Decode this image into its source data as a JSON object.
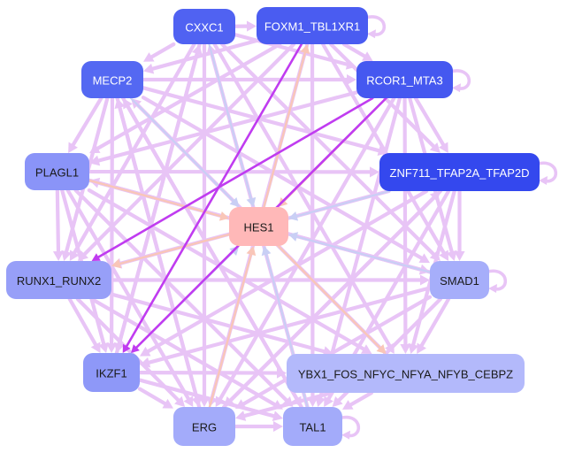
{
  "graph": {
    "colors": {
      "edge_default": "#e8c4f6",
      "edge_strong": "#c03cf0",
      "edge_blue": "#c9cff5",
      "edge_peach": "#f9c6b8",
      "hub_fill": "#ffb8b8",
      "text_light": "#ffffff",
      "text_dark": "#1a1a1a"
    },
    "nodes": [
      {
        "id": "CXXC1",
        "label": "CXXC1",
        "fill": "#5062f2",
        "text": "light",
        "loop": false
      },
      {
        "id": "FOXM1_TBL1XR1",
        "label": "FOXM1_TBL1XR1",
        "fill": "#4a5cf1",
        "text": "light",
        "loop": true
      },
      {
        "id": "MECP2",
        "label": "MECP2",
        "fill": "#5468f2",
        "text": "light",
        "loop": false
      },
      {
        "id": "RCOR1_MTA3",
        "label": "RCOR1_MTA3",
        "fill": "#4558f0",
        "text": "light",
        "loop": true
      },
      {
        "id": "PLAGL1",
        "label": "PLAGL1",
        "fill": "#8a94f8",
        "text": "dark",
        "loop": false
      },
      {
        "id": "ZNF711_TFAP2A_TFAP2D",
        "label": "ZNF711_TFAP2A_TFAP2D",
        "fill": "#3448ee",
        "text": "light",
        "loop": true
      },
      {
        "id": "HES1",
        "label": "HES1",
        "fill": "#ffb8b8",
        "text": "dark",
        "loop": false
      },
      {
        "id": "RUNX1_RUNX2",
        "label": "RUNX1_RUNX2",
        "fill": "#979ff8",
        "text": "dark",
        "loop": false
      },
      {
        "id": "SMAD1",
        "label": "SMAD1",
        "fill": "#a6aefa",
        "text": "dark",
        "loop": true
      },
      {
        "id": "IKZF1",
        "label": "IKZF1",
        "fill": "#8e98f8",
        "text": "dark",
        "loop": false
      },
      {
        "id": "YBX1_FOS_NFYC_NFYA_NFYB_CEBPZ",
        "label": "YBX1_FOS_NFYC_NFYA_NFYB_CEBPZ",
        "fill": "#b3b9fb",
        "text": "dark",
        "loop": false
      },
      {
        "id": "ERG",
        "label": "ERG",
        "fill": "#a3abfa",
        "text": "dark",
        "loop": false
      },
      {
        "id": "TAL1",
        "label": "TAL1",
        "fill": "#a3abfa",
        "text": "dark",
        "loop": true
      }
    ],
    "edges": [
      {
        "from": "CXXC1",
        "to": "HES1",
        "kind": "blue"
      },
      {
        "from": "FOXM1_TBL1XR1",
        "to": "IKZF1",
        "kind": "strong"
      },
      {
        "from": "HES1",
        "to": "FOXM1_TBL1XR1",
        "kind": "peach"
      },
      {
        "from": "MECP2",
        "to": "HES1",
        "kind": "blue"
      },
      {
        "from": "RCOR1_MTA3",
        "to": "HES1",
        "kind": "peach"
      },
      {
        "from": "RCOR1_MTA3",
        "to": "IKZF1",
        "kind": "strong"
      },
      {
        "from": "RCOR1_MTA3",
        "to": "RUNX1_RUNX2",
        "kind": "strong"
      },
      {
        "from": "PLAGL1",
        "to": "HES1",
        "kind": "peach"
      },
      {
        "from": "ZNF711_TFAP2A_TFAP2D",
        "to": "HES1",
        "kind": "blue"
      },
      {
        "from": "HES1",
        "to": "RUNX1_RUNX2",
        "kind": "peach"
      },
      {
        "from": "SMAD1",
        "to": "HES1",
        "kind": "blue"
      },
      {
        "from": "IKZF1",
        "to": "HES1",
        "kind": "blue"
      },
      {
        "from": "HES1",
        "to": "YBX1_FOS_NFYC_NFYA_NFYB_CEBPZ",
        "kind": "peach"
      },
      {
        "from": "ERG",
        "to": "HES1",
        "kind": "peach"
      },
      {
        "from": "TAL1",
        "to": "HES1",
        "kind": "blue"
      },
      {
        "from": "CXXC1",
        "to": "FOXM1_TBL1XR1",
        "kind": "default"
      },
      {
        "from": "CXXC1",
        "to": "MECP2",
        "kind": "default"
      },
      {
        "from": "CXXC1",
        "to": "RCOR1_MTA3",
        "kind": "default"
      },
      {
        "from": "CXXC1",
        "to": "RUNX1_RUNX2",
        "kind": "default"
      },
      {
        "from": "CXXC1",
        "to": "IKZF1",
        "kind": "default"
      },
      {
        "from": "CXXC1",
        "to": "ERG",
        "kind": "default"
      },
      {
        "from": "CXXC1",
        "to": "SMAD1",
        "kind": "default"
      },
      {
        "from": "CXXC1",
        "to": "YBX1_FOS_NFYC_NFYA_NFYB_CEBPZ",
        "kind": "default"
      },
      {
        "from": "FOXM1_TBL1XR1",
        "to": "MECP2",
        "kind": "default"
      },
      {
        "from": "FOXM1_TBL1XR1",
        "to": "RCOR1_MTA3",
        "kind": "default"
      },
      {
        "from": "FOXM1_TBL1XR1",
        "to": "ZNF711_TFAP2A_TFAP2D",
        "kind": "default"
      },
      {
        "from": "FOXM1_TBL1XR1",
        "to": "PLAGL1",
        "kind": "default"
      },
      {
        "from": "FOXM1_TBL1XR1",
        "to": "RUNX1_RUNX2",
        "kind": "default"
      },
      {
        "from": "FOXM1_TBL1XR1",
        "to": "SMAD1",
        "kind": "default"
      },
      {
        "from": "FOXM1_TBL1XR1",
        "to": "ERG",
        "kind": "default"
      },
      {
        "from": "FOXM1_TBL1XR1",
        "to": "TAL1",
        "kind": "default"
      },
      {
        "from": "MECP2",
        "to": "RCOR1_MTA3",
        "kind": "default"
      },
      {
        "from": "MECP2",
        "to": "PLAGL1",
        "kind": "default"
      },
      {
        "from": "MECP2",
        "to": "RUNX1_RUNX2",
        "kind": "default"
      },
      {
        "from": "MECP2",
        "to": "IKZF1",
        "kind": "default"
      },
      {
        "from": "MECP2",
        "to": "ZNF711_TFAP2A_TFAP2D",
        "kind": "default"
      },
      {
        "from": "MECP2",
        "to": "SMAD1",
        "kind": "default"
      },
      {
        "from": "MECP2",
        "to": "TAL1",
        "kind": "default"
      },
      {
        "from": "MECP2",
        "to": "ERG",
        "kind": "default"
      },
      {
        "from": "RCOR1_MTA3",
        "to": "ZNF711_TFAP2A_TFAP2D",
        "kind": "default"
      },
      {
        "from": "RCOR1_MTA3",
        "to": "PLAGL1",
        "kind": "default"
      },
      {
        "from": "RCOR1_MTA3",
        "to": "SMAD1",
        "kind": "default"
      },
      {
        "from": "RCOR1_MTA3",
        "to": "YBX1_FOS_NFYC_NFYA_NFYB_CEBPZ",
        "kind": "default"
      },
      {
        "from": "RCOR1_MTA3",
        "to": "ERG",
        "kind": "default"
      },
      {
        "from": "RCOR1_MTA3",
        "to": "TAL1",
        "kind": "default"
      },
      {
        "from": "PLAGL1",
        "to": "RUNX1_RUNX2",
        "kind": "default"
      },
      {
        "from": "PLAGL1",
        "to": "IKZF1",
        "kind": "default"
      },
      {
        "from": "PLAGL1",
        "to": "ZNF711_TFAP2A_TFAP2D",
        "kind": "default"
      },
      {
        "from": "PLAGL1",
        "to": "SMAD1",
        "kind": "default"
      },
      {
        "from": "PLAGL1",
        "to": "YBX1_FOS_NFYC_NFYA_NFYB_CEBPZ",
        "kind": "default"
      },
      {
        "from": "PLAGL1",
        "to": "ERG",
        "kind": "default"
      },
      {
        "from": "PLAGL1",
        "to": "TAL1",
        "kind": "default"
      },
      {
        "from": "ZNF711_TFAP2A_TFAP2D",
        "to": "RUNX1_RUNX2",
        "kind": "default"
      },
      {
        "from": "ZNF711_TFAP2A_TFAP2D",
        "to": "IKZF1",
        "kind": "default"
      },
      {
        "from": "ZNF711_TFAP2A_TFAP2D",
        "to": "SMAD1",
        "kind": "default"
      },
      {
        "from": "ZNF711_TFAP2A_TFAP2D",
        "to": "YBX1_FOS_NFYC_NFYA_NFYB_CEBPZ",
        "kind": "default"
      },
      {
        "from": "ZNF711_TFAP2A_TFAP2D",
        "to": "ERG",
        "kind": "default"
      },
      {
        "from": "ZNF711_TFAP2A_TFAP2D",
        "to": "TAL1",
        "kind": "default"
      },
      {
        "from": "RUNX1_RUNX2",
        "to": "IKZF1",
        "kind": "default"
      },
      {
        "from": "RUNX1_RUNX2",
        "to": "SMAD1",
        "kind": "default"
      },
      {
        "from": "RUNX1_RUNX2",
        "to": "YBX1_FOS_NFYC_NFYA_NFYB_CEBPZ",
        "kind": "default"
      },
      {
        "from": "RUNX1_RUNX2",
        "to": "ERG",
        "kind": "default"
      },
      {
        "from": "RUNX1_RUNX2",
        "to": "TAL1",
        "kind": "default"
      },
      {
        "from": "SMAD1",
        "to": "IKZF1",
        "kind": "default"
      },
      {
        "from": "SMAD1",
        "to": "YBX1_FOS_NFYC_NFYA_NFYB_CEBPZ",
        "kind": "default"
      },
      {
        "from": "SMAD1",
        "to": "ERG",
        "kind": "default"
      },
      {
        "from": "SMAD1",
        "to": "TAL1",
        "kind": "default"
      },
      {
        "from": "IKZF1",
        "to": "YBX1_FOS_NFYC_NFYA_NFYB_CEBPZ",
        "kind": "default"
      },
      {
        "from": "IKZF1",
        "to": "ERG",
        "kind": "default"
      },
      {
        "from": "IKZF1",
        "to": "TAL1",
        "kind": "default"
      },
      {
        "from": "YBX1_FOS_NFYC_NFYA_NFYB_CEBPZ",
        "to": "ERG",
        "kind": "default"
      },
      {
        "from": "YBX1_FOS_NFYC_NFYA_NFYB_CEBPZ",
        "to": "TAL1",
        "kind": "default"
      },
      {
        "from": "ERG",
        "to": "TAL1",
        "kind": "default"
      },
      {
        "from": "ERG",
        "to": "MECP2",
        "kind": "default"
      },
      {
        "from": "TAL1",
        "to": "MECP2",
        "kind": "default"
      },
      {
        "from": "TAL1",
        "to": "CXXC1",
        "kind": "default"
      },
      {
        "from": "IKZF1",
        "to": "CXXC1",
        "kind": "default"
      },
      {
        "from": "YBX1_FOS_NFYC_NFYA_NFYB_CEBPZ",
        "to": "MECP2",
        "kind": "default"
      },
      {
        "from": "SMAD1",
        "to": "PLAGL1",
        "kind": "default"
      },
      {
        "from": "ERG",
        "to": "ZNF711_TFAP2A_TFAP2D",
        "kind": "default"
      }
    ]
  }
}
